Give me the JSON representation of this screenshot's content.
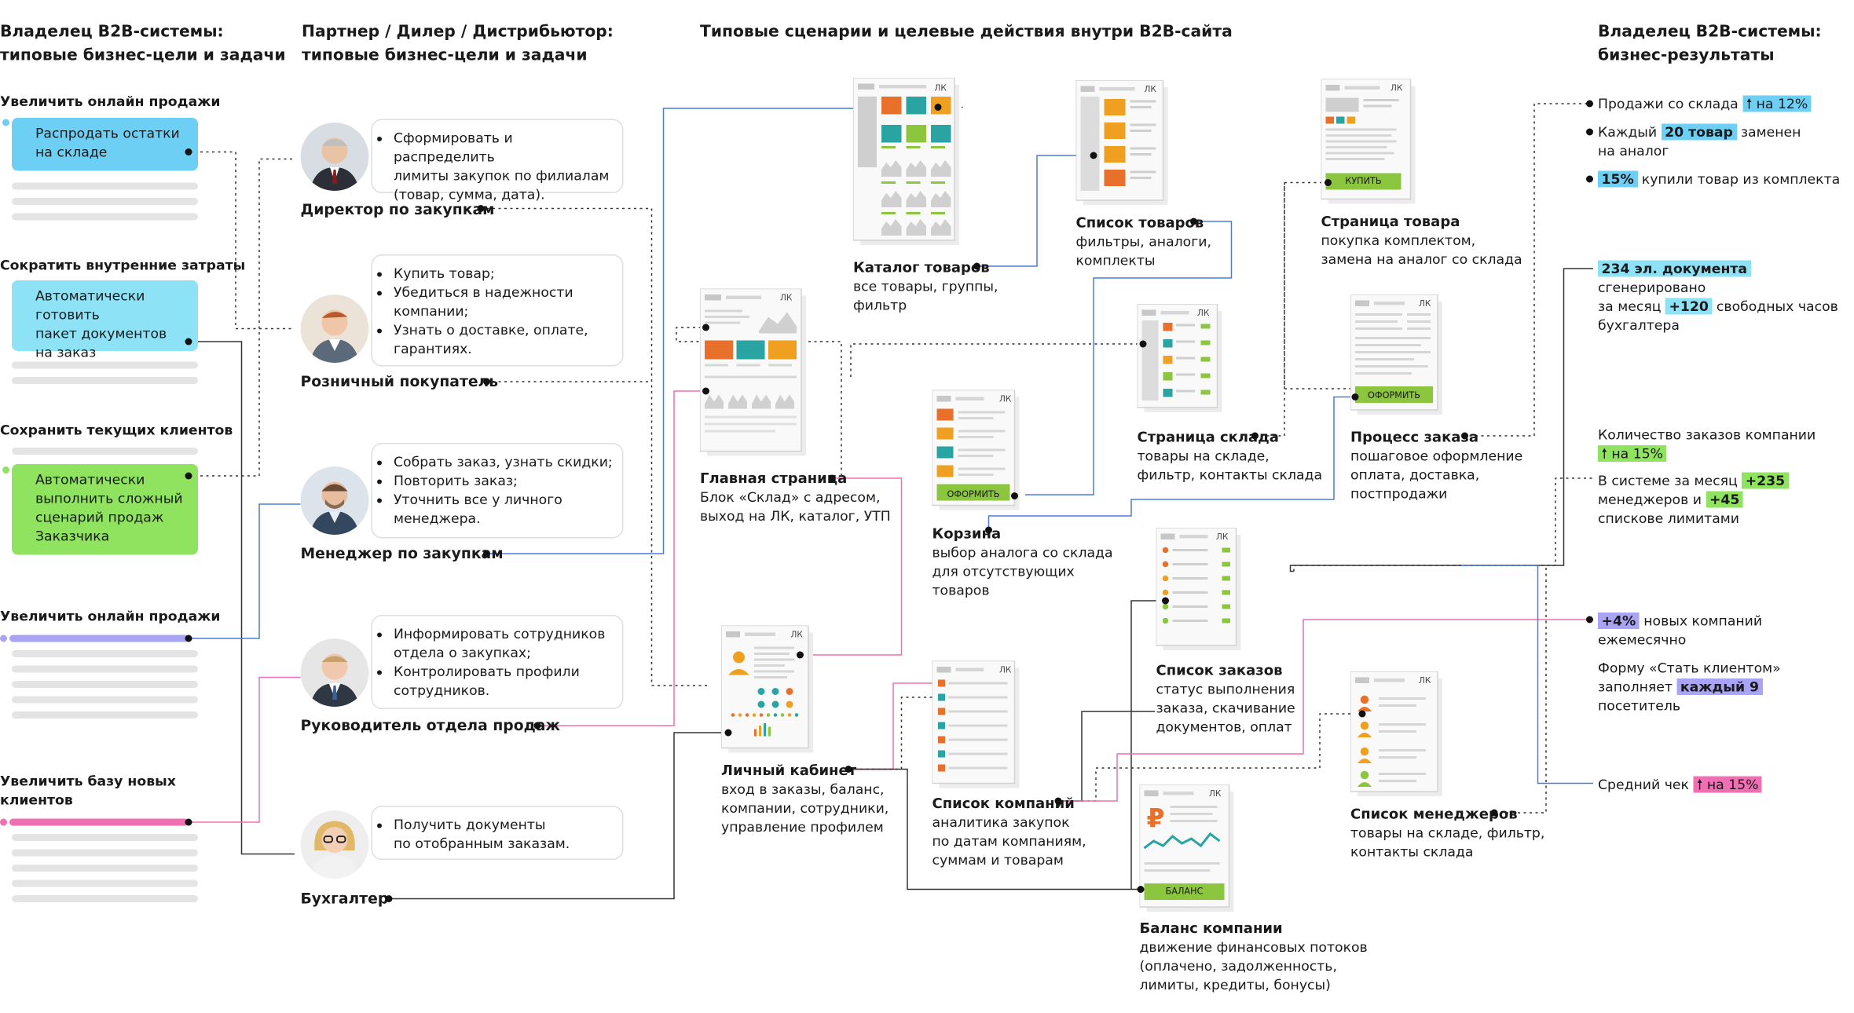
{
  "headers": {
    "col1": [
      "Владелец B2B-системы:",
      "типовые бизнес-цели и задачи"
    ],
    "col2": [
      "Партнер / Дилер / Дистрибьютор:",
      "типовые бизнес-цели и задачи"
    ],
    "col3": "Типовые сценарии и целевые действия внутри B2B-сайта",
    "col4": [
      "Владелец B2B-системы:",
      "бизнес-результаты"
    ]
  },
  "goals": [
    {
      "title": "Увеличить онлайн продажи",
      "box": [
        "Распродать остатки",
        "на складе"
      ],
      "color": "#6ecff5"
    },
    {
      "title": "Сократить внутренние затраты",
      "box": [
        "Автоматически готовить",
        "пакет документов",
        "на заказ"
      ],
      "color": "#8ee2f6"
    },
    {
      "title": "Сохранить текущих клиентов",
      "box": [
        "Автоматически",
        "выполнить сложный",
        "сценарий продаж",
        "Заказчика"
      ],
      "color": "#8fe35f"
    },
    {
      "title": "Увеличить онлайн продажи",
      "box": [],
      "color": "#a9a4f4"
    },
    {
      "title": "Увеличить базу новых",
      "title2": "клиентов",
      "box": [],
      "color": "#f06fb3"
    }
  ],
  "roles": [
    {
      "name": "Директор по закупкам",
      "items": [
        "Сформировать и распределить",
        "лимиты закупок по филиалам",
        "(товар, сумма, дата)."
      ]
    },
    {
      "name": "Розничный покупатель",
      "items": [
        "Купить товар;",
        "Убедиться в надежности",
        "компании;",
        "Узнать о доставке, оплате,",
        "гарантиях."
      ]
    },
    {
      "name": "Менеджер по закупкам",
      "items": [
        "Собрать заказ, узнать скидки;",
        "Повторить заказ;",
        "Уточнить все у личного",
        "менеджера."
      ]
    },
    {
      "name": "Руководитель отдела продаж",
      "items": [
        "Информировать сотрудников",
        "отдела о закупках;",
        "Контролировать профили",
        "сотрудников."
      ]
    },
    {
      "name": "Бухгалтер",
      "items": [
        "Получить документы",
        "по отобранным заказам."
      ]
    }
  ],
  "pages": {
    "catalog": {
      "title": "Каталог товаров",
      "desc": [
        "все товары, группы,",
        "фильтр"
      ]
    },
    "list": {
      "title": "Список товаров",
      "desc": [
        "фильтры, аналоги,",
        "комплекты"
      ]
    },
    "product": {
      "title": "Страница товара",
      "desc": [
        "покупка комплектом,",
        "замена на аналог со склада"
      ],
      "btn": "КУПИТЬ"
    },
    "home": {
      "title": "Главная страница",
      "desc": [
        "Блок «Склад» с адресом,",
        "выход на ЛК, каталог, УТП"
      ]
    },
    "warehouse": {
      "title": "Страница склада",
      "desc": [
        "товары на складе,",
        "фильтр, контакты склада"
      ]
    },
    "order": {
      "title": "Процесс заказа",
      "desc": [
        "пошаговое оформление",
        "оплата, доставка,",
        "постпродажи"
      ],
      "btn": "ОФОРМИТЬ"
    },
    "cart": {
      "title": "Корзина",
      "desc": [
        "выбор аналога со склада",
        "для отсутствующих",
        "товаров"
      ],
      "btn": "ОФОРМИТЬ"
    },
    "orders": {
      "title": "Список заказов",
      "desc": [
        "статус выполнения",
        "заказа, скачивание",
        "документов, оплат"
      ]
    },
    "cabinet": {
      "title": "Личный кабинет",
      "desc": [
        "вход в заказы, баланс,",
        "компании, сотрудники,",
        "управление профилем"
      ]
    },
    "companies": {
      "title": "Список компаний",
      "desc": [
        "аналитика закупок",
        "по датам компаниям,",
        "суммам и товарам"
      ]
    },
    "managers": {
      "title": "Список менеджеров",
      "desc": [
        "товары на складе, фильтр,",
        "контакты склада"
      ]
    },
    "balance": {
      "title": "Баланс компании",
      "desc": [
        "движение финансовых потоков",
        "(оплачено, задолженность,",
        "лимиты, кредиты, бонусы)"
      ],
      "btn": "БАЛАНС"
    },
    "lk": "ЛК"
  },
  "results": {
    "r1": {
      "pre": "Продажи со склада",
      "hl": "на 12%"
    },
    "r2": {
      "pre": "Каждый",
      "hl": "20 товар",
      "post": "заменен",
      "line2": "на аналог"
    },
    "r3": {
      "hl": "15%",
      "post": "купили товар из комплекта"
    },
    "r4": {
      "hl": "234 эл. документа",
      "post": "сгенерировано",
      "pre2": "за месяц",
      "hl2": "+120",
      "post2": "свободных часов",
      "line3": "бухгалтера"
    },
    "r5": {
      "line1": "Количество заказов компании",
      "hl": "на 15%"
    },
    "r6": {
      "pre": "В системе за месяц",
      "hl": "+235",
      "pre2": "менеджеров и",
      "hl2": "+45",
      "line3": "спискове лимитами"
    },
    "r7": {
      "hl": "+4%",
      "post": "новых компаний",
      "line2": "ежемесячно"
    },
    "r8": {
      "line1": "Форму «Стать клиентом»",
      "pre": "заполняет",
      "hl": "каждый 9",
      "post": "посетитель"
    },
    "r9": {
      "pre": "Средний чек",
      "hl": "на 15%"
    }
  },
  "colors": {
    "blue": "#6ecff5",
    "green": "#8fe35f",
    "violet": "#a9a4f4",
    "pink": "#f06fb3",
    "orange": "#e8702a",
    "teal": "#2aa3a3",
    "lime": "#8cc63f"
  }
}
